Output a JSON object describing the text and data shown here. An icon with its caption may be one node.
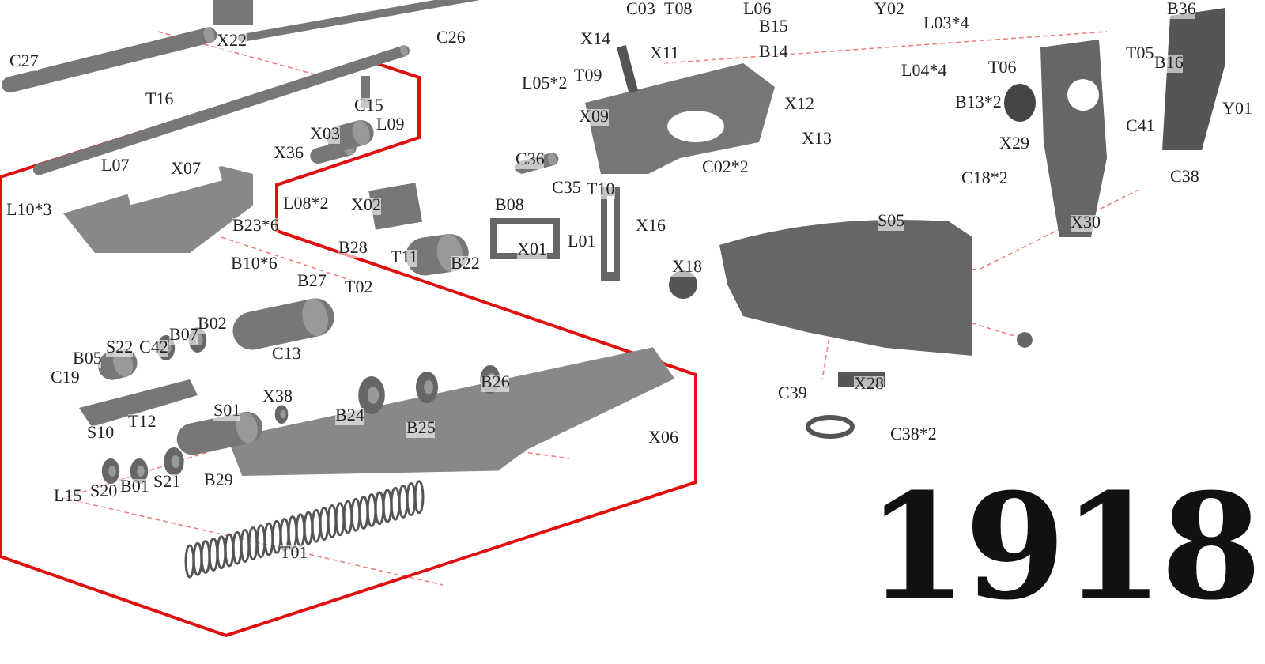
{
  "diagram": {
    "title": "1918",
    "labels": [
      "C03",
      "T08",
      "L06",
      "Y02",
      "B36",
      "X22",
      "C26",
      "L03*4",
      "B15",
      "X14",
      "X11",
      "B14",
      "C27",
      "T05",
      "B16",
      "L04*4",
      "T06",
      "L05*2",
      "T09",
      "B13*2",
      "T16",
      "C15",
      "L09",
      "X03",
      "X12",
      "Y01",
      "X09",
      "C41",
      "X29",
      "X36",
      "X13",
      "C36",
      "L07",
      "X07",
      "C02*2",
      "C18*2",
      "C38",
      "C35",
      "T10",
      "L08*2",
      "X02",
      "B08",
      "L10*3",
      "S05",
      "B23*6",
      "X30",
      "L01",
      "X01",
      "X16",
      "B28",
      "T11",
      "B22",
      "B10*6",
      "X18",
      "B27",
      "T02",
      "B02",
      "B07",
      "C42",
      "S22",
      "C13",
      "B05",
      "C19",
      "X38",
      "S01",
      "B26",
      "T12",
      "C39",
      "X28",
      "B24",
      "S10",
      "B25",
      "C38*2",
      "X06",
      "S21",
      "B29",
      "B01",
      "S20",
      "L15",
      "T01"
    ]
  }
}
